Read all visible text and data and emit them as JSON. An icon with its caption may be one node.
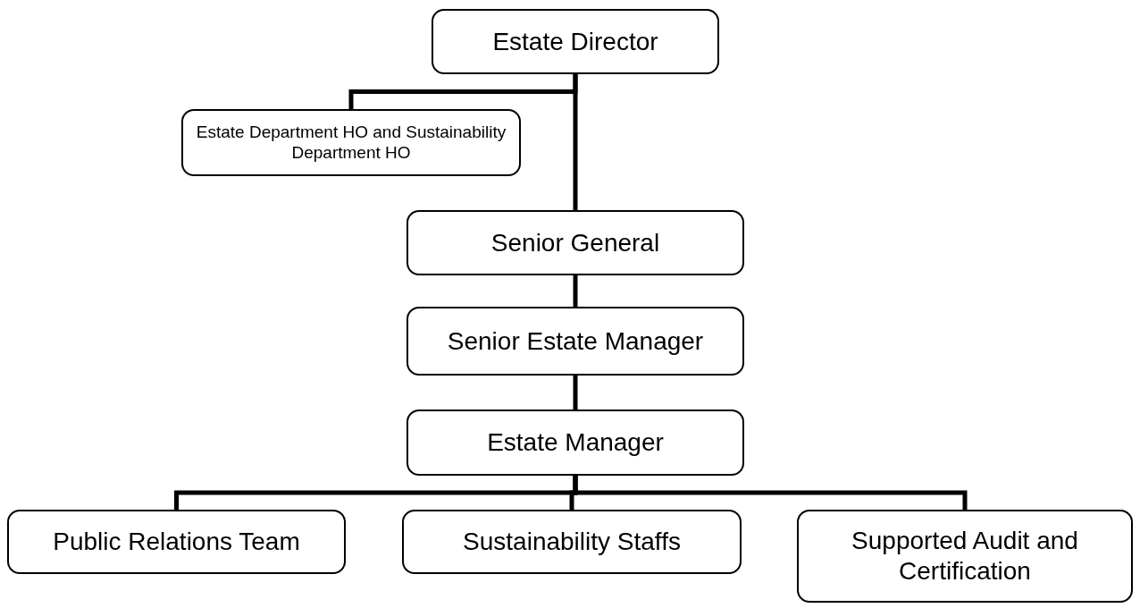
{
  "diagram": {
    "nodes": [
      {
        "text": [
          "Estate Director"
        ]
      },
      {
        "text": [
          "Estate Department HO and Sustainability Department HO"
        ]
      },
      {
        "text": [
          "Senior General"
        ]
      },
      {
        "text": [
          "Senior Estate Manager"
        ]
      },
      {
        "text": [
          "Estate Manager"
        ]
      },
      {
        "text": [
          "Public Relations Team"
        ]
      },
      {
        "text": [
          "Sustainability Staffs"
        ]
      },
      {
        "text": [
          "Supported Audit and Certification"
        ]
      }
    ],
    "edges": [
      {
        "from": 0,
        "to": 1,
        "arrow": "none"
      },
      {
        "from": 0,
        "to": 2,
        "arrow": "none"
      },
      {
        "from": 2,
        "to": 3,
        "arrow": "none"
      },
      {
        "from": 3,
        "to": 4,
        "arrow": "none"
      },
      {
        "from": 4,
        "to": 5,
        "arrow": "none"
      },
      {
        "from": 4,
        "to": 6,
        "arrow": "none"
      },
      {
        "from": 4,
        "to": 7,
        "arrow": "none"
      }
    ]
  }
}
